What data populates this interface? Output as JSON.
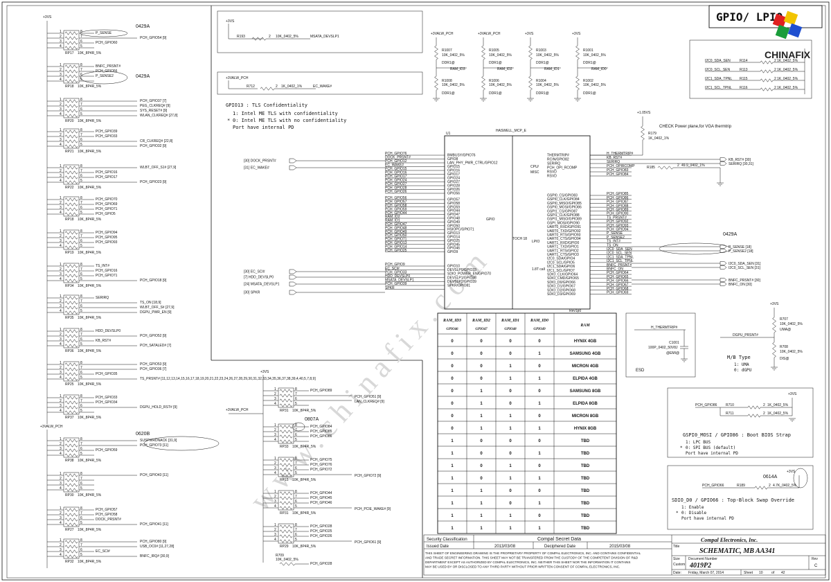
{
  "sheet": {
    "title": "GPIO/ LPIO",
    "watermark": "www.chinafix.com",
    "logo_text": "CHINAFIX"
  },
  "rails": {
    "p3vs": "+3VS",
    "p3valw_pch": "+3VALW_PCH",
    "p1_05vs": "+1.05VS"
  },
  "resistor_packs": [
    {
      "ref": "RP17",
      "val": "10K_8P4R_5%",
      "nets": [
        "P_SENSE",
        "PCH_GPIO54 [9]",
        "PCH_GPIO60"
      ],
      "note": "0429A"
    },
    {
      "ref": "RP18",
      "val": "10K_8P4R_5%",
      "nets": [
        "BNFC_PRSNT#",
        "PCH_GPIO56",
        "P_SENSE2"
      ],
      "note": "0429A"
    },
    {
      "ref": "RP20",
      "val": "10K_8P4R_5%",
      "nets": [
        "PCH_GPIO37 [7]",
        "PEG_CLKREQ# [9]",
        "SYS_RESET# [9]",
        "WLAN_CLKREQ# [27,8]"
      ]
    },
    {
      "ref": "RP21",
      "val": "10K_8P4R_5%",
      "nets": [
        "PCH_GPIO39",
        "PCH_GPIO33",
        "CR_CLKREQ# [22,8]",
        "PCH_GPIO32 [9]"
      ]
    },
    {
      "ref": "RP22",
      "val": "10K_8P4R_5%",
      "nets": [
        "WLBT_OFF_S1# [27,9]",
        "PCH_GPIO16",
        "PCH_GPIO17",
        "PCH_GPIO23 [9]"
      ]
    },
    {
      "ref": "RP18",
      "val": "10K_8P4R_5%",
      "nets": [
        "PCH_GPIO70",
        "PCH_GPIO69",
        "PCH_GPIO71",
        "PCH_GPIO5"
      ]
    },
    {
      "ref": "RP19",
      "val": "10K_8P4R_5%",
      "nets": [
        "PCH_GPIO94",
        "PCH_GPIO95",
        "PCH_GPIO93"
      ]
    },
    {
      "ref": "RP34",
      "val": "10K_8P4R_5%",
      "nets": [
        "TS_INT#",
        "PCH_GPIO16",
        "PCH_GPIO71",
        "PCH_GPIO18 [9]"
      ]
    },
    {
      "ref": "RP35",
      "val": "10K_8P4R_5%",
      "nets": [
        "SERIRQ",
        "TS_ON [18,9]",
        "WLBT_OFF_S# [27,9]",
        "DGPU_PWR_EN [9]"
      ]
    },
    {
      "ref": "RP36",
      "val": "10K_8P4R_5%",
      "nets": [
        "HDD_DEVSLP0",
        "PCH_GPIO52 [9]",
        "KB_RST#",
        "PCH_SATALED# [7]"
      ]
    },
    {
      "ref": "RP25",
      "val": "10K_8P4R_5%",
      "nets": [
        "PCH_GPIO53 [9]",
        "PCH_GPIO36 [7]",
        "PCH_GPIO35",
        "TS_PRSNT# [11,12,13,14,15,16,17,18,19,20,21,22,23,24,26,27,28,29,30,31,32,33,34,35,36,37,38,39,4,40,5,7,8,9]"
      ]
    },
    {
      "ref": "RP37",
      "val": "10K_8P4R_5%",
      "nets": [
        "PCH_GPIO33",
        "PCH_GPIO34",
        "DGPU_HOLD_RST# [9]"
      ]
    },
    {
      "ref": "RP38",
      "val": "10K_8P4R_5%",
      "nets": [
        "SUSPWRDNACK [31,9]",
        "PCH_GPIO73 [11]",
        "PCH_GPIO59"
      ],
      "note": "0620B"
    },
    {
      "ref": "RP30",
      "val": "10K_8P4R_5%",
      "nets": [
        "PCH_GPIO43 [11]"
      ]
    },
    {
      "ref": "RP27",
      "val": "10K_8P4R_5%",
      "nets": [
        "PCH_GPIO57",
        "PCH_GPIO58",
        "DOCK_PRSNT#",
        "PCH_GPIO41 [11]"
      ]
    },
    {
      "ref": "RP32",
      "val": "10K_8P4R_5%",
      "nets": [
        "PCH_GPIO80 [9]",
        "USB_OC0# [11,27,28]",
        "EC_SCI#",
        "BNFC_IRQ# [30,9]"
      ]
    }
  ],
  "mid_packs": [
    {
      "ref": "RP31",
      "val": "10K_8P4R_5%",
      "nets": [
        "PCH_GPIO89",
        "PCH_GPIO51 [9]",
        "LAN_CLKREQ# [9]"
      ]
    },
    {
      "ref": "RP33",
      "val": "10K_8P4R_5%",
      "nets": [
        "PCH_GPIO84",
        "PCH_GPIO85",
        "PCH_GPIO86"
      ],
      "note": "0807A"
    },
    {
      "ref": "RP15",
      "val": "10K_8P4R_5%",
      "nets": [
        "PCH_GPIO75",
        "PCH_GPIO76",
        "PCH_GPIO72",
        "PCH_GPIO72 [9]"
      ]
    },
    {
      "ref": "RP31",
      "val": "10K_8P4R_5%",
      "nets": [
        "PCH_GPIO44",
        "PCH_GPIO45",
        "PCH_GPIO46",
        "PCH_PCIE_WAKE# [9]"
      ]
    },
    {
      "ref": "RP29",
      "val": "10K_8P4R_5%",
      "nets": [
        "PCH_GPIO28",
        "PCH_GPIO25",
        "PCH_GPIO26",
        "PCH_GPIO61 [9]"
      ]
    }
  ],
  "r709": {
    "ref": "R709",
    "val": "10K_0402_5%",
    "net": "PCH_GPIO28"
  },
  "top_boxes": {
    "r193": {
      "ref": "R193",
      "val": "10K_0402_5%",
      "net": "MSATA_DEVSLP1"
    },
    "r712": {
      "ref": "R712",
      "val": "1K_0402_1%",
      "net": "EC_WAKE#"
    },
    "gpio13_title": "GPIO13 : TLS Confidentiality",
    "gpio13_l1": "1: Intel ME TLS with confidentiality",
    "gpio13_l2": "0: Intel ME TLS with no confidentiality",
    "gpio13_l3": "Port have internal PD"
  },
  "ram_id_res": [
    {
      "top": "R1007",
      "bot": "R1008",
      "net": "RAM_ID3",
      "rail": "+3VALW_PCH"
    },
    {
      "top": "R1005",
      "bot": "R1006",
      "net": "RAM_ID2",
      "rail": "+3VALW_PCH"
    },
    {
      "top": "R1003",
      "bot": "R1004",
      "net": "RAM_ID1",
      "rail": "+3VS"
    },
    {
      "top": "R1001",
      "bot": "R1002",
      "net": "RAM_ID0",
      "rail": "+3VS"
    }
  ],
  "ram_res_val": "10K_0402_5%",
  "ram_res_opt": "DDR1@",
  "ic": {
    "ref": "U1",
    "part": "HASWELL_MCP_E",
    "rev": "Rev1p0",
    "sections": [
      "GPIO",
      "CPU/ MISC",
      "LPIO"
    ],
    "left_in": [
      "[30] DOCK_PRSNT#",
      "[31] EC_WAKE#",
      "[30] EC_SCI#",
      "[7] HDD_DEVSLP0",
      "[24] MSATA_DEVSLP1",
      "[30] SPKR"
    ],
    "left_pins_a": [
      "PCH_GPIO76",
      "DOCK_PRSNT#",
      "PCH_GPIO12",
      "EC_WAKE#",
      "PCH_GPIO15",
      "PCH_GPIO16",
      "PCH_GPIO17",
      "PCH_GPIO24",
      "PCH_GPIO27",
      "PCH_GPIO28",
      "PCH_GPIO26"
    ],
    "left_pins_b": [
      "PCH_GPIO56",
      "PCH_GPIO57",
      "PCH_GPIO58",
      "PCH_GPIO59",
      "PCH_GPIO44",
      "RAM_ID2",
      "RAM_ID1",
      "PCH_GPIO47",
      "PCH_GPIO48",
      "PCH_GPIO49",
      "PCH_GPIO50",
      "PCH_GPIO71",
      "PCH_GPIO13",
      "PCH_GPIO14",
      "PCH_GPIO25",
      "PCH_GPIO45",
      "PCH_GPIO46"
    ],
    "left_pins_c": [
      "PCH_GPIO9",
      "EC_SCI#",
      "PCH_GPIO33",
      "HDD_DEVSLP0",
      "MSATA_DEVSLP1",
      "PCH_GPIO39",
      "SPKR"
    ],
    "inner_left": [
      "BMBUSY/GPIO76",
      "GPIO8",
      "LAN_PHY_PWR_CTRL/GPIO12",
      "GPIO15",
      "GPIO16",
      "GPIO17",
      "GPIO24",
      "GPIO27",
      "GPIO28",
      "GPIO26",
      "GPIO56",
      "GPIO57",
      "GPIO58",
      "GPIO59",
      "GPIO44",
      "GPIO47",
      "GPIO48",
      "GPIO49",
      "GPIO50",
      "HSIOPC/GPIO71",
      "GPIO13",
      "GPIO14",
      "GPIO25",
      "GPIO45",
      "GPIO46",
      "GPIO9",
      "GPIO10",
      "DEVSLP0/GPIO33",
      "SDIO_POWER_EN/GPIO70",
      "DEVSLP1/GPIO38",
      "DEVSLP2/GPIO39",
      "SPKR/GPIO81"
    ],
    "inner_right": [
      "THERMTRIP#",
      "RCIN/GPIO82",
      "SERIRQ",
      "PCH_OPI_RCOMP",
      "RSVD",
      "RSVD",
      "GSPI0_CS/GPIO83",
      "GSPI0_CLK/GPIO84",
      "GSPI0_MISO/GPIO85",
      "GSPI0_MOSI/GPIO86",
      "GSPI1_CS/GPIO87",
      "GSPI1_CLK/GPIO88",
      "GSPI1_MISO/GPIO89",
      "GSPI_MOSI/GPIO90",
      "UART0_RXD/GPIO91",
      "UART0_TXD/GPIO92",
      "UART0_RTS/GPIO93",
      "UART0_CTS/GPIO94",
      "UART1_RXD/GPIO0",
      "UART1_TXD/GPIO1",
      "UART1_RTS/GPIO2",
      "UART1_CTS/GPIO3",
      "I2C0_SDA/GPIO4",
      "I2C0_SCL/GPIO5",
      "I2C1_SDA/GPIO6",
      "I2C1_SCL/GPIO7",
      "SDIO_CLK/GPIO64",
      "SDIO_CMD/GPIO65",
      "SDIO_D0/GPIO66",
      "SDIO_D1/GPIO67",
      "SDIO_D2/GPIO68",
      "SDIO_D3/GPIO69"
    ],
    "right_pins": [
      "H_THERMTRIP#",
      "KB_RST#",
      "SERIRQ",
      "PCH_OPIRCOMP",
      "PCH_GPIO83",
      "PCH_GPIO84",
      "PCH_GPIO85",
      "PCH_GPIO86",
      "PCH_GPIO87",
      "PCH_GPIO88",
      "PCH_GPIO89",
      "PCH_GPIO90",
      "TS_PRSNT#",
      "PCH_GPIO92",
      "PCH_GPIO93",
      "PCH_GPIO94",
      "P_SENSE",
      "P_SENSE2",
      "TS_INT#",
      "TS_ON",
      "I2C0_SDA_SEN",
      "I2C0_SCL_SEN",
      "I2C1_SDA_TPNL",
      "I2C1_SCL_TPNL",
      "BNFC_PRSNT#",
      "BNFC_ON",
      "PCH_GPIO64",
      "PCH_GPIO65",
      "PCH_GPIO66",
      "PCH_GPIO67",
      "PCH_GPIO68",
      "PCH_GPIO69"
    ],
    "right_out": [
      "KB_RST# [30]",
      "SERIRQ [30,31]",
      "P_SENSE [18]",
      "P_SENSE2 [18]",
      "I2C0_SDA_SEN [31]",
      "I2C0_SCL_SEN [31]",
      "BNFC_PRSNT# [30]",
      "BNFC_ON [30]"
    ],
    "r185": {
      "ref": "R185",
      "val": "49.9_0402_1%"
    },
    "r179": {
      "ref": "R179",
      "val": "1K_0402_1%"
    },
    "vga_note": "CHECK Power plane,for VGA thermtrip",
    "pwr_note": "1.8T call",
    "pin_note": "TOCH 18"
  },
  "note_0429a": "0429A",
  "i2c_box": [
    {
      "net": "I2C0_SDA_SEN",
      "ref": "R114",
      "val": "1K_0402_5%"
    },
    {
      "net": "I2C0_SCL_SEN",
      "ref": "R113",
      "val": "1K_0402_5%"
    },
    {
      "net": "I2C1_SDA_TPNL",
      "ref": "R115",
      "val": "1K_0402_5%"
    },
    {
      "net": "I2C1_SCL_TPNL",
      "ref": "R116",
      "val": "1K_0402_5%"
    }
  ],
  "ram_table": {
    "headers": [
      [
        "RAM_ID3",
        "GPIO46"
      ],
      [
        "RAM_ID2",
        "GPIO47"
      ],
      [
        "RAM_ID1",
        "GPIO48"
      ],
      [
        "RAM_ID0",
        "GPIO49"
      ],
      [
        "RAM",
        ""
      ]
    ],
    "rows": [
      [
        "0",
        "0",
        "0",
        "0",
        "HYNIX 4GB"
      ],
      [
        "0",
        "0",
        "0",
        "1",
        "SAMSUNG 4GB"
      ],
      [
        "0",
        "0",
        "1",
        "0",
        "MICRON 4GB"
      ],
      [
        "0",
        "0",
        "1",
        "1",
        "ELPIDA 4GB"
      ],
      [
        "0",
        "1",
        "0",
        "0",
        "SAMSUNG 8GB"
      ],
      [
        "0",
        "1",
        "0",
        "1",
        "ELPIDA 8GB"
      ],
      [
        "0",
        "1",
        "1",
        "0",
        "MICRON 8GB"
      ],
      [
        "0",
        "1",
        "1",
        "1",
        "HYNIX 8GB"
      ],
      [
        "1",
        "0",
        "0",
        "0",
        "TBD"
      ],
      [
        "1",
        "0",
        "0",
        "1",
        "TBD"
      ],
      [
        "1",
        "0",
        "1",
        "0",
        "TBD"
      ],
      [
        "1",
        "0",
        "1",
        "1",
        "TBD"
      ],
      [
        "1",
        "1",
        "0",
        "0",
        "TBD"
      ],
      [
        "1",
        "1",
        "0",
        "1",
        "TBD"
      ],
      [
        "1",
        "1",
        "1",
        "0",
        "TBD"
      ],
      [
        "1",
        "1",
        "1",
        "1",
        "TBD"
      ]
    ]
  },
  "esd": {
    "net": "H_THERMTRIP#",
    "ref": "C1001",
    "val": "100P_0402_50V8J",
    "opt": "@EMI@",
    "label": "ESD"
  },
  "mb_type": {
    "r707": "R707",
    "r707_val": "10K_0402_5%",
    "r707_opt": "UMA@",
    "r708": "R708",
    "r708_val": "10K_0402_5%",
    "r708_opt": "DIS@",
    "net": "DGPU_PRSNT#",
    "title": "M/B Type",
    "l1": "1: UMA",
    "l2": "0: dGPU"
  },
  "boot_strap": {
    "r710": "R710",
    "r711": "R711",
    "val": "1K_0402_5%",
    "net1": "PCH_GPIO86",
    "title": "GSPI0_MOSI / GPIO86 : Boot BIOS Strap",
    "l1": "1: LPC BUS",
    "l2": "0: SPI BUS (default)",
    "l3": "Port have internal PD"
  },
  "top_block": {
    "ref": "R189",
    "val": "4.7K_0402_5%",
    "net": "PCH_GPIO66",
    "note": "0614A",
    "title": "SDIO_D0 / GPIO66 : Top-Block Swap Override",
    "l1": "1: Enable",
    "l2": "0: Disable",
    "l3": "Port have internal PD"
  },
  "title_block": {
    "security_label": "Security Classification",
    "security_value": "Compal Secret Data",
    "issued_label": "Issued Date",
    "issued_value": "2013/03/08",
    "deciphered_label": "Deciphered Date",
    "deciphered_value": "2015/03/08",
    "company": "Compal Electronics, Inc.",
    "title_label": "Title",
    "title_value": "SCHEMATIC, MB AA341",
    "size_label": "Size",
    "size_value": "Custom",
    "docnum_label": "Document Number",
    "docnum_value": "4019P2",
    "rev_label": "Rev",
    "rev_value": "C",
    "date_label": "Date:",
    "date_value": "Friday, March 07, 2014",
    "sheet_label": "Sheet",
    "sheet_value": "10",
    "of_label": "of",
    "of_value": "42",
    "disclaimer": [
      "THIS SHEET OF ENGINEERING DRAWING IS THE PROPRIETARY PROPERTY OF COMPAL ELECTRONICS, INC. AND CONTAINS CONFIDENTIAL",
      "AND TRADE SECRET INFORMATION. THIS SHEET MAY NOT BE TRANSFERED FROM THE CUSTODY OF THE COMPETENT DIVISION OF R&D",
      "DEPARTMENT EXCEPT AS AUTHORIZED BY COMPAL ELECTRONICS, INC. NEITHER THIS SHEET NOR THE INFORMATION IT CONTAINS",
      "MAY BE USED BY OR DISCLOSED TO ANY THIRD PARTY WITHOUT PRIOR WRITTEN CONSENT OF COMPAL ELECTRONICS, INC."
    ]
  }
}
